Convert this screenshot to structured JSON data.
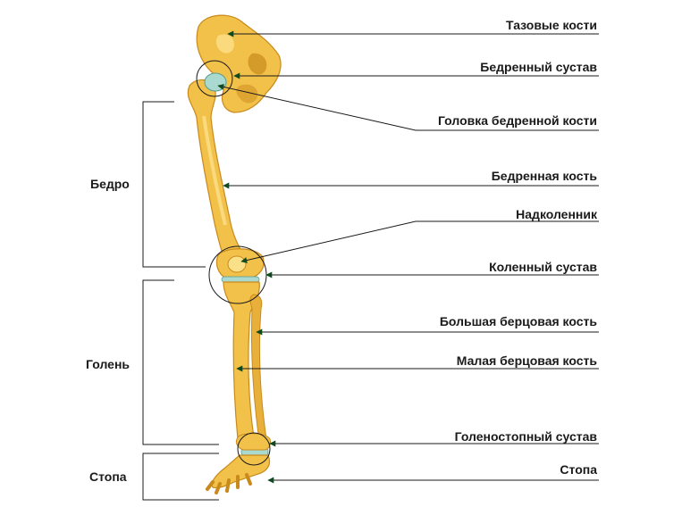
{
  "colors": {
    "bone": "#f2c14a",
    "bone_dark": "#c98a1c",
    "bone_light": "#fbe08a",
    "cartilage": "#a9d9cf",
    "leader": "#1a1a1a",
    "arrow": "#0f4a1f"
  },
  "labels": {
    "pelvis": "Тазовые кости",
    "hip_joint": "Бедренный сустав",
    "femur_head": "Головка бедренной кости",
    "femur": "Бедренная кость",
    "patella": "Надколенник",
    "knee_joint": "Коленный сустав",
    "tibia": "Большая берцовая кость",
    "fibula": "Малая берцовая кость",
    "ankle_joint": "Голеностопный сустав",
    "foot": "Стопа"
  },
  "regions": {
    "thigh": "Бедро",
    "shin": "Голень",
    "foot": "Стопа"
  }
}
